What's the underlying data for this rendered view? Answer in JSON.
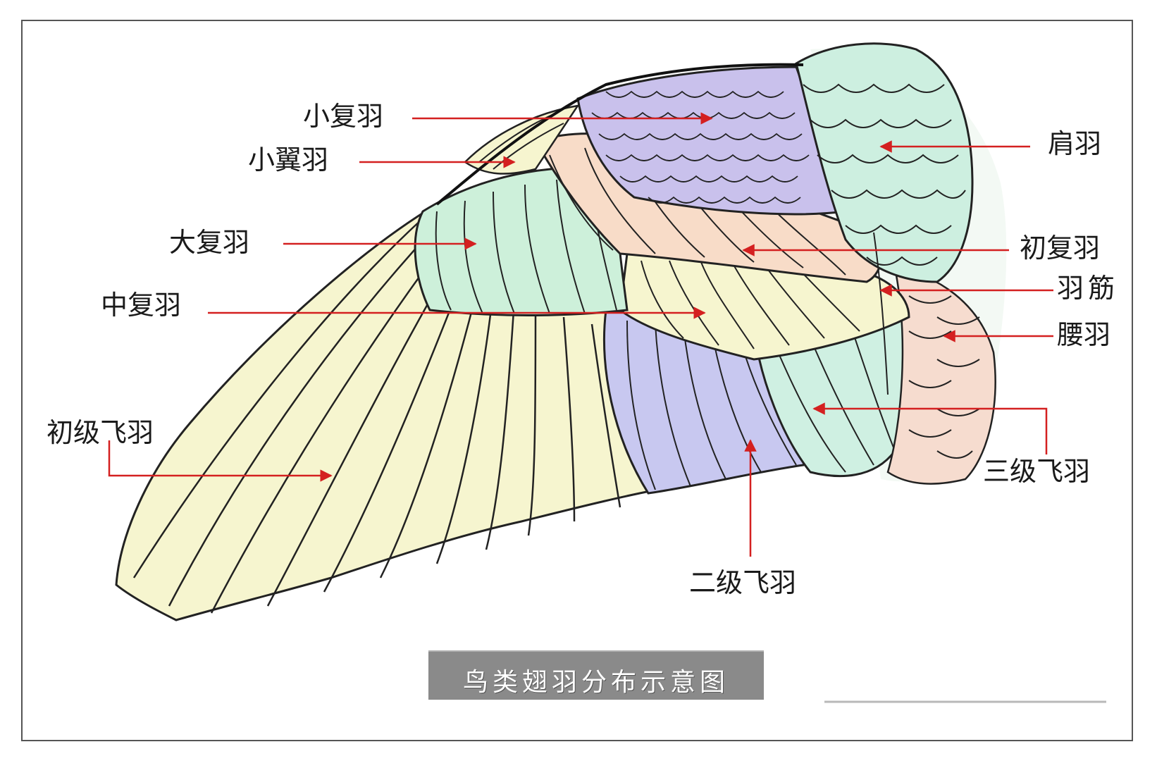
{
  "labels": {
    "lesser_coverts": "小复羽",
    "alula": "小翼羽",
    "greater_coverts": "大复羽",
    "median_coverts": "中复羽",
    "primaries": "初级飞羽",
    "scapulars": "肩羽",
    "primary_coverts": "初复羽",
    "feather_vein": "羽筋",
    "rump_feathers": "腰羽",
    "tertials": "三级飞羽",
    "secondaries": "二级飞羽"
  },
  "caption": "鸟类翅羽分布示意图",
  "colors": {
    "primaries": "#f6f5cf",
    "greater_coverts": "#cdf0da",
    "lesser_coverts": "#c9c1ec",
    "peach": "#f8dcc8",
    "secondaries": "#c8c8f0",
    "tertials": "#cff0e2",
    "scapulars": "#cdefe0",
    "rump": "#f6dccf",
    "arrow": "#d42020",
    "outline": "#222222",
    "caption_bg": "#8a8a8a"
  }
}
